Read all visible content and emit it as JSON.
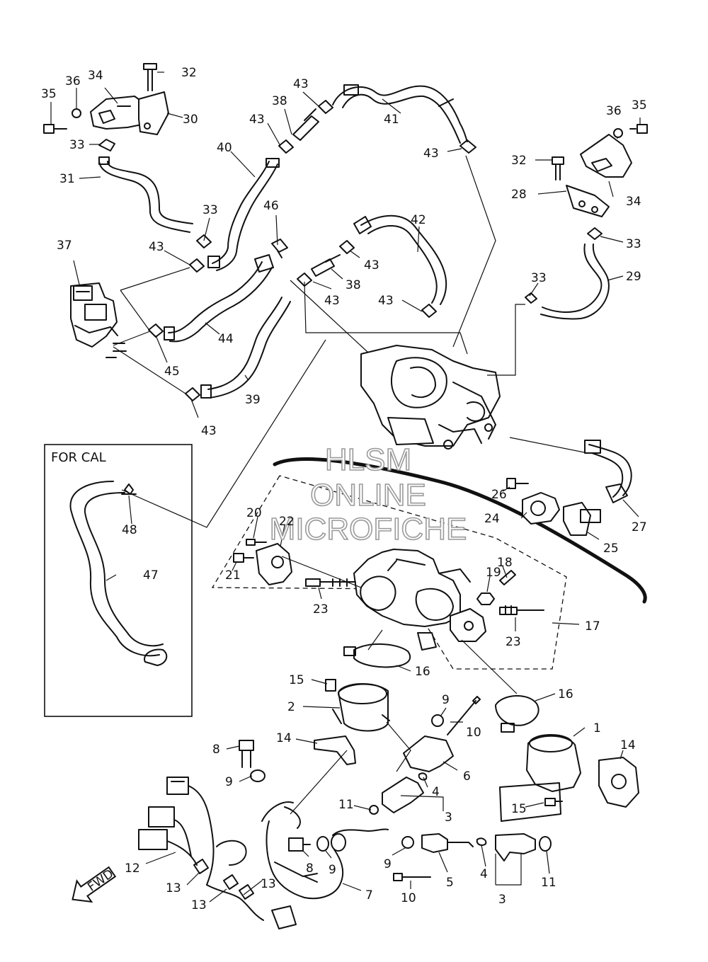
{
  "inset_box": {
    "title": "FOR CAL"
  },
  "watermark": {
    "line1": "HLSM",
    "line2": "ONLINE",
    "line3": "MICROFICHE"
  },
  "fwd_arrow": {
    "label": "FWD"
  },
  "callouts": [
    {
      "id": "c1",
      "text": "1"
    },
    {
      "id": "c2",
      "text": "2"
    },
    {
      "id": "c3a",
      "text": "3"
    },
    {
      "id": "c3b",
      "text": "3"
    },
    {
      "id": "c4a",
      "text": "4"
    },
    {
      "id": "c4b",
      "text": "4"
    },
    {
      "id": "c5",
      "text": "5"
    },
    {
      "id": "c6",
      "text": "6"
    },
    {
      "id": "c7",
      "text": "7"
    },
    {
      "id": "c8a",
      "text": "8"
    },
    {
      "id": "c8b",
      "text": "8"
    },
    {
      "id": "c9a",
      "text": "9"
    },
    {
      "id": "c9b",
      "text": "9"
    },
    {
      "id": "c9c",
      "text": "9"
    },
    {
      "id": "c9d",
      "text": "9"
    },
    {
      "id": "c10a",
      "text": "10"
    },
    {
      "id": "c10b",
      "text": "10"
    },
    {
      "id": "c11a",
      "text": "11"
    },
    {
      "id": "c11b",
      "text": "11"
    },
    {
      "id": "c12",
      "text": "12"
    },
    {
      "id": "c13a",
      "text": "13"
    },
    {
      "id": "c13b",
      "text": "13"
    },
    {
      "id": "c13c",
      "text": "13"
    },
    {
      "id": "c14a",
      "text": "14"
    },
    {
      "id": "c14b",
      "text": "14"
    },
    {
      "id": "c15a",
      "text": "15"
    },
    {
      "id": "c15b",
      "text": "15"
    },
    {
      "id": "c16a",
      "text": "16"
    },
    {
      "id": "c16b",
      "text": "16"
    },
    {
      "id": "c17",
      "text": "17"
    },
    {
      "id": "c18",
      "text": "18"
    },
    {
      "id": "c19",
      "text": "19"
    },
    {
      "id": "c20",
      "text": "20"
    },
    {
      "id": "c21",
      "text": "21"
    },
    {
      "id": "c22",
      "text": "22"
    },
    {
      "id": "c23a",
      "text": "23"
    },
    {
      "id": "c23b",
      "text": "23"
    },
    {
      "id": "c24",
      "text": "24"
    },
    {
      "id": "c25",
      "text": "25"
    },
    {
      "id": "c26",
      "text": "26"
    },
    {
      "id": "c27",
      "text": "27"
    },
    {
      "id": "c28",
      "text": "28"
    },
    {
      "id": "c29",
      "text": "29"
    },
    {
      "id": "c30",
      "text": "30"
    },
    {
      "id": "c31",
      "text": "31"
    },
    {
      "id": "c32a",
      "text": "32"
    },
    {
      "id": "c32b",
      "text": "32"
    },
    {
      "id": "c33a",
      "text": "33"
    },
    {
      "id": "c33b",
      "text": "33"
    },
    {
      "id": "c33c",
      "text": "33"
    },
    {
      "id": "c33d",
      "text": "33"
    },
    {
      "id": "c34a",
      "text": "34"
    },
    {
      "id": "c34b",
      "text": "34"
    },
    {
      "id": "c35a",
      "text": "35"
    },
    {
      "id": "c35b",
      "text": "35"
    },
    {
      "id": "c36a",
      "text": "36"
    },
    {
      "id": "c36b",
      "text": "36"
    },
    {
      "id": "c37",
      "text": "37"
    },
    {
      "id": "c38a",
      "text": "38"
    },
    {
      "id": "c38b",
      "text": "38"
    },
    {
      "id": "c39",
      "text": "39"
    },
    {
      "id": "c40",
      "text": "40"
    },
    {
      "id": "c41",
      "text": "41"
    },
    {
      "id": "c42",
      "text": "42"
    },
    {
      "id": "c43a",
      "text": "43"
    },
    {
      "id": "c43b",
      "text": "43"
    },
    {
      "id": "c43c",
      "text": "43"
    },
    {
      "id": "c43d",
      "text": "43"
    },
    {
      "id": "c43e",
      "text": "43"
    },
    {
      "id": "c43f",
      "text": "43"
    },
    {
      "id": "c43g",
      "text": "43"
    },
    {
      "id": "c43h",
      "text": "43"
    },
    {
      "id": "c44",
      "text": "44"
    },
    {
      "id": "c45",
      "text": "45"
    },
    {
      "id": "c46",
      "text": "46"
    },
    {
      "id": "c47",
      "text": "47"
    },
    {
      "id": "c48",
      "text": "48"
    }
  ]
}
